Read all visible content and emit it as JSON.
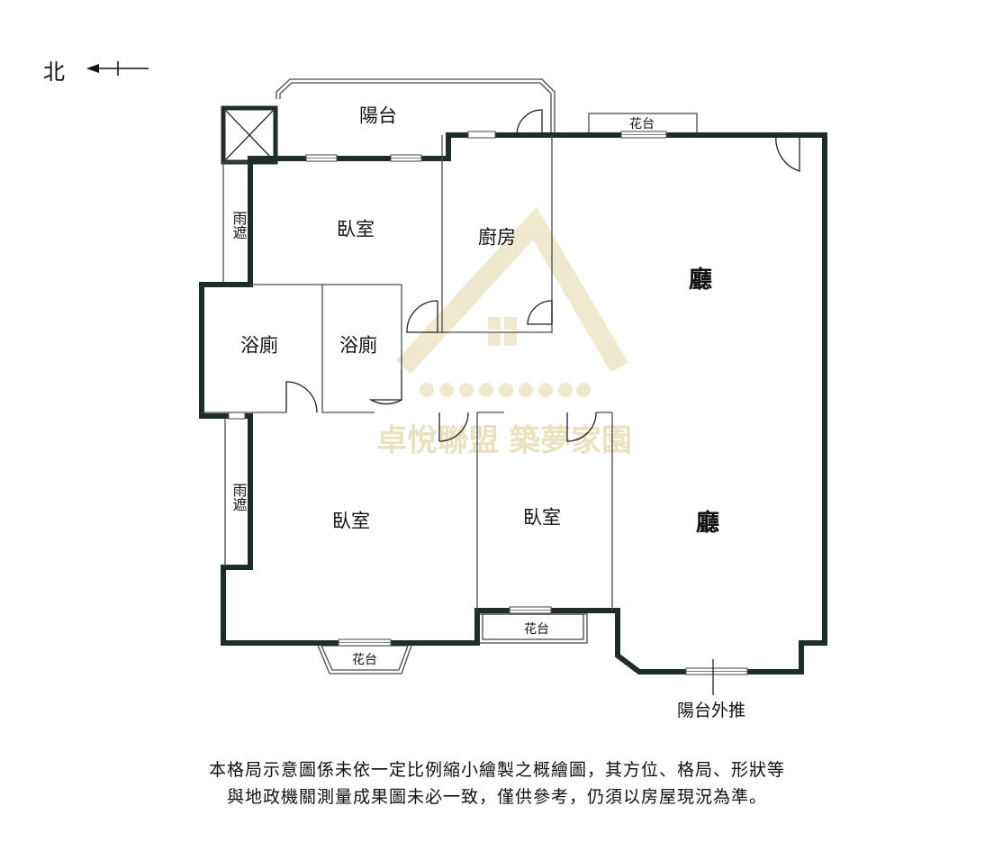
{
  "compass": {
    "north_label": "北"
  },
  "rooms": {
    "balcony_top": "陽台",
    "bedroom_top": "臥室",
    "kitchen": "廚房",
    "living_upper": "廳",
    "bath_left": "浴廁",
    "bath_right": "浴廁",
    "bedroom_bottom_left": "臥室",
    "bedroom_bottom_middle": "臥室",
    "living_lower": "廳",
    "rain_shelter_upper": "雨遮",
    "rain_shelter_lower": "雨遮",
    "planter_top": "花台",
    "planter_bottom_left": "花台",
    "planter_bottom_middle": "花台"
  },
  "callout": {
    "balcony_extension": "陽台外推"
  },
  "watermark": {
    "text": "卓悅聯盟 築夢家園"
  },
  "disclaimer": {
    "line1": "本格局示意圖係未依一定比例縮小繪製之概繪圖，其方位、格局、形狀等",
    "line2": "與地政機關測量成果圖未必一致，僅供參考，仍須以房屋現況為準。"
  },
  "colors": {
    "wall": "#1f2d2a",
    "watermark": "#e8e2bf"
  }
}
